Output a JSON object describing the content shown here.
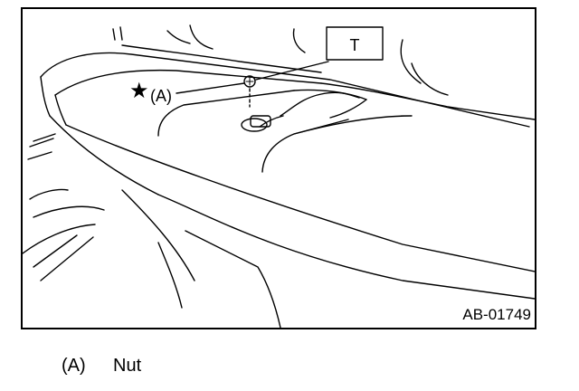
{
  "figure": {
    "tool_label": "T",
    "callout_star": "★",
    "callout_label": "(A)",
    "figure_code": "AB-01749"
  },
  "legend": [
    {
      "key": "(A)",
      "text": "Nut"
    }
  ]
}
